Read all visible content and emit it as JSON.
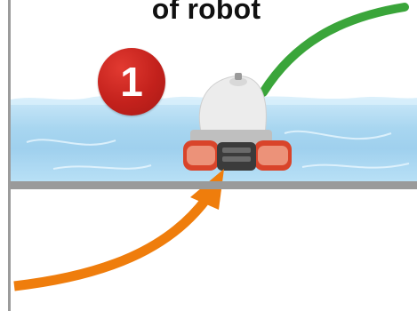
{
  "heading": {
    "text": "of robot"
  },
  "step_badge": {
    "number": "1",
    "color": "#c3211c"
  },
  "arrows": {
    "green_color": "#3aa53a",
    "orange_color": "#ef7d0c"
  },
  "colors": {
    "water": "#a8d6f0",
    "floor": "#9a9a9a",
    "frame_line": "#9b9b9b"
  },
  "illustration": {
    "subject": "pool-cleaning-robot"
  }
}
